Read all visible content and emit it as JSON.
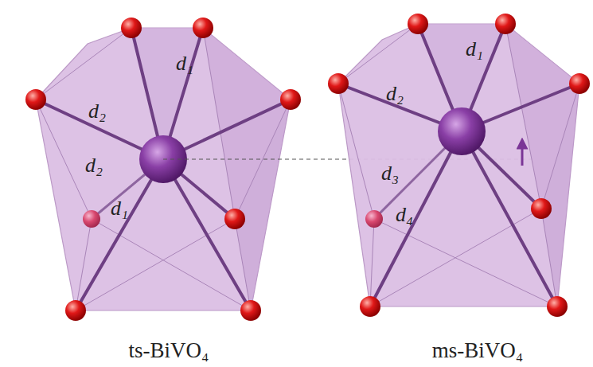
{
  "diagram": {
    "labels": [
      "d₁",
      "d₂",
      "d₂",
      "d₁",
      "d₁",
      "d₂",
      "d₃",
      "d₄",
      "ts-BiVO₄",
      "ms-BiVO₄"
    ]
  }
}
